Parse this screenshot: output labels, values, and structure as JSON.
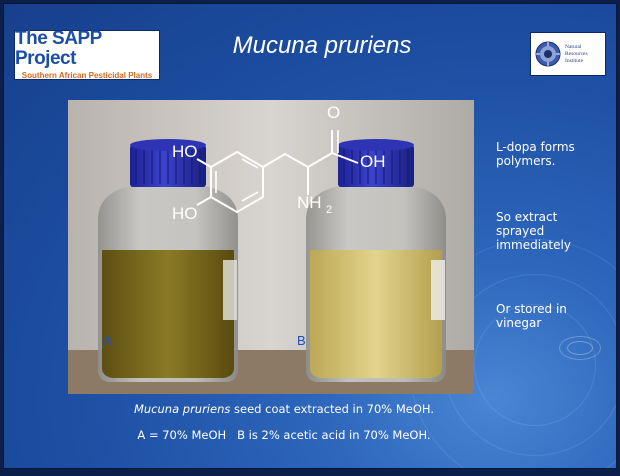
{
  "logo_left": {
    "line1": "The SAPP Project",
    "line2": "Southern African Pesticidal Plants"
  },
  "title": "Mucuna pruriens",
  "logo_right": {
    "line1": "Natural",
    "line2": "Resources",
    "line3": "Institute"
  },
  "molecule": {
    "ho_top": "HO",
    "ho_bottom": "HO",
    "o": "O",
    "oh": "OH",
    "nh": "NH",
    "sub2": "2"
  },
  "jar_labels": {
    "a": "A",
    "b": "B"
  },
  "side_notes": [
    "L-dopa forms polymers.",
    "So extract sprayed immediately",
    "Or stored in vinegar"
  ],
  "caption": {
    "line1_italic": "Mucuna pruriens",
    "line1_rest": " seed coat extracted in 70% MeOH.",
    "line2": "A = 70% MeOH   B is 2% acetic acid in 70% MeOH."
  },
  "colors": {
    "background": "#1d4fa3",
    "cap_blue": "#2a31b8",
    "liquid_a": "#7a6a1c",
    "liquid_b": "#cfbf6c",
    "label_blue": "#1f4fc4"
  }
}
